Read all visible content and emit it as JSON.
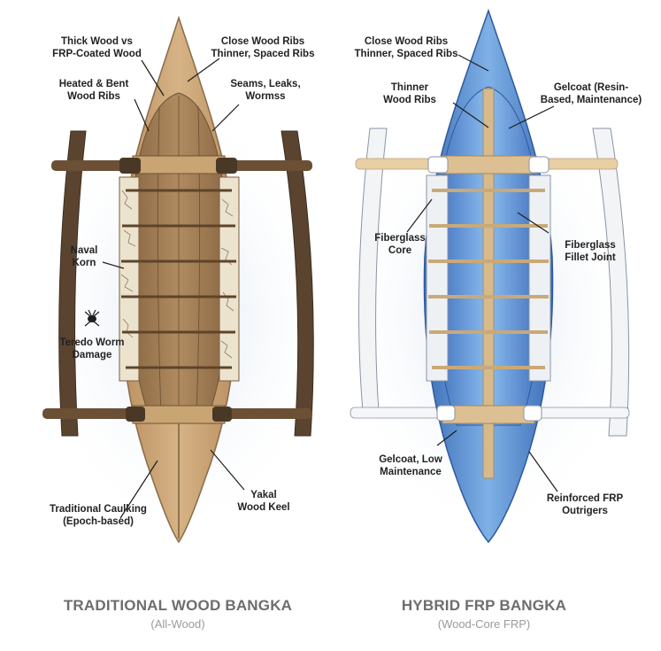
{
  "left_boat": {
    "title": "TRADITIONAL WOOD BANGKA",
    "subtitle": "(All-Wood)",
    "labels": {
      "thick_wood": "Thick Wood vs\nFRP-Coated Wood",
      "close_ribs": "Close Wood Ribs\nThinner, Spaced Ribs",
      "heated_ribs": "Heated & Bent\nWood Ribs",
      "seams": "Seams, Leaks,\nWormss",
      "naval_korn": "Naval\nKorn",
      "teredo": "Teredo Worm\nDamage",
      "caulking": "Traditional Caulking\n(Epoch-based)",
      "keel": "Yakal\nWood Keel"
    },
    "colors": {
      "hull": "#c8a274",
      "deck": "#a07c54",
      "outrigger": "#5a4430"
    }
  },
  "right_boat": {
    "title": "HYBRID FRP BANGKA",
    "subtitle": "(Wood-Core FRP)",
    "labels": {
      "close_ribs": "Close Wood Ribs\nThinner, Spaced Ribs",
      "thinner_ribs": "Thinner\nWood Ribs",
      "gelcoat_resin": "Gelcoat (Resin-\nBased, Maintenance)",
      "fiberglass_core": "Fiberglass\nCore",
      "fillet_joint": "Fiberglass\nFillet Joint",
      "gelcoat_low": "Gelcoat, Low\nMaintenance",
      "outriggers": "Reinforced FRP\nOutrigers"
    },
    "colors": {
      "hull": "#5b8fd0",
      "deck": "#4c7fcc",
      "outrigger": "#f2f4f6"
    }
  }
}
